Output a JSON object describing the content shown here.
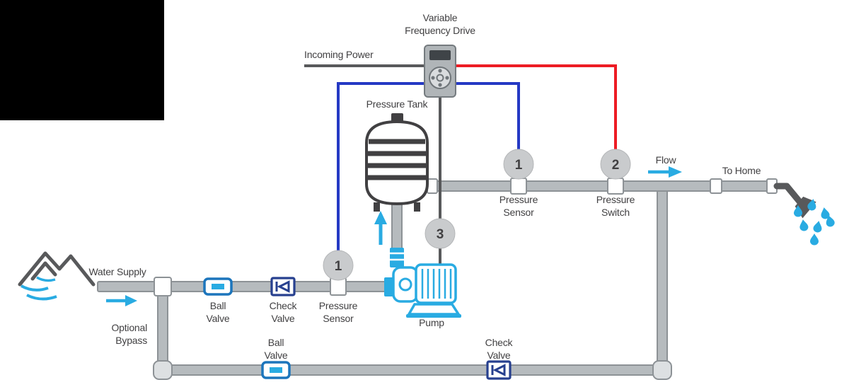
{
  "labels": {
    "vfd": [
      "Variable",
      "Frequency Drive"
    ],
    "incoming_power": "Incoming Power",
    "pressure_tank": "Pressure Tank",
    "water_supply": "Water Supply",
    "optional_bypass": [
      "Optional",
      "Bypass"
    ],
    "ball_valve": [
      "Ball",
      "Valve"
    ],
    "check_valve": [
      "Check",
      "Valve"
    ],
    "pressure_sensor": [
      "Pressure",
      "Sensor"
    ],
    "pressure_switch": [
      "Pressure",
      "Switch"
    ],
    "pump": "Pump",
    "flow": "Flow",
    "to_home": "To Home"
  },
  "callouts": {
    "suction_sensor": "1",
    "discharge_sensor": "1",
    "pressure_switch": "2",
    "pump_cable": "3"
  },
  "colors": {
    "text_dark": "#414042",
    "pipe_fill": "#b6bbbe",
    "pipe_stroke": "#8d9296",
    "wire_blue": "#2539c4",
    "wire_red": "#ed1c24",
    "wire_gray": "#58595b",
    "water_cyan": "#29abe2",
    "valve_blue": "#1c75bc",
    "valve_navy": "#27408f",
    "circle_fill": "#c9cbcd",
    "tank_dark": "#414042",
    "device_gray": "#b0b5b8",
    "logo_block": "#000000"
  }
}
